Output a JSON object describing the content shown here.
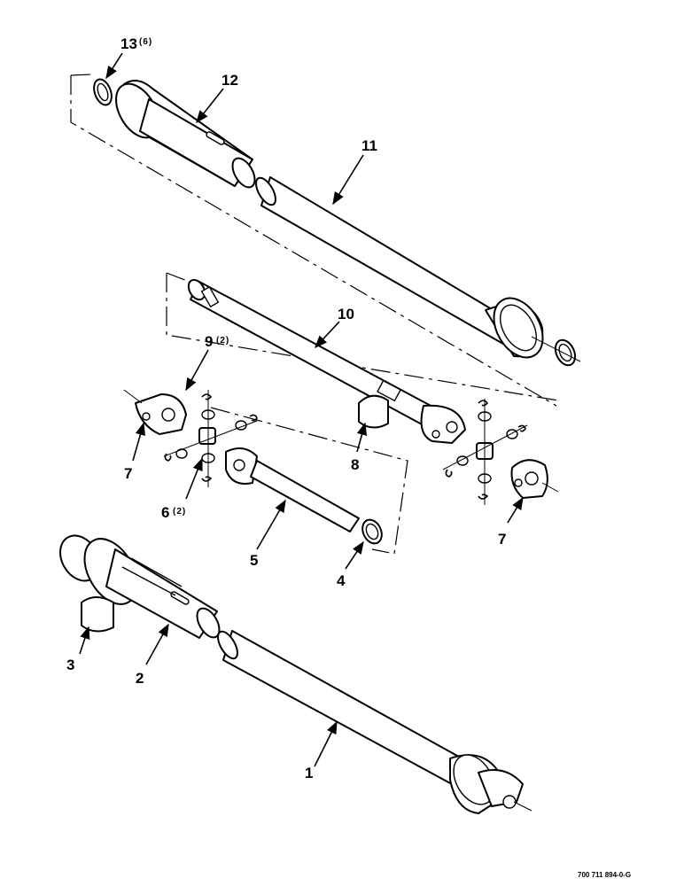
{
  "callouts": [
    {
      "id": "c13",
      "num": "13",
      "qty": "(6)"
    },
    {
      "id": "c12",
      "num": "12",
      "qty": ""
    },
    {
      "id": "c11",
      "num": "11",
      "qty": ""
    },
    {
      "id": "c10",
      "num": "10",
      "qty": ""
    },
    {
      "id": "c9",
      "num": "9",
      "qty": "(2)"
    },
    {
      "id": "c8",
      "num": "8",
      "qty": ""
    },
    {
      "id": "c7a",
      "num": "7",
      "qty": ""
    },
    {
      "id": "c7b",
      "num": "7",
      "qty": ""
    },
    {
      "id": "c6",
      "num": "6",
      "qty": "(2)"
    },
    {
      "id": "c5",
      "num": "5",
      "qty": ""
    },
    {
      "id": "c4",
      "num": "4",
      "qty": ""
    },
    {
      "id": "c3",
      "num": "3",
      "qty": ""
    },
    {
      "id": "c2",
      "num": "2",
      "qty": ""
    },
    {
      "id": "c1",
      "num": "1",
      "qty": ""
    }
  ],
  "drawing_code": "700 711 894-0-G"
}
